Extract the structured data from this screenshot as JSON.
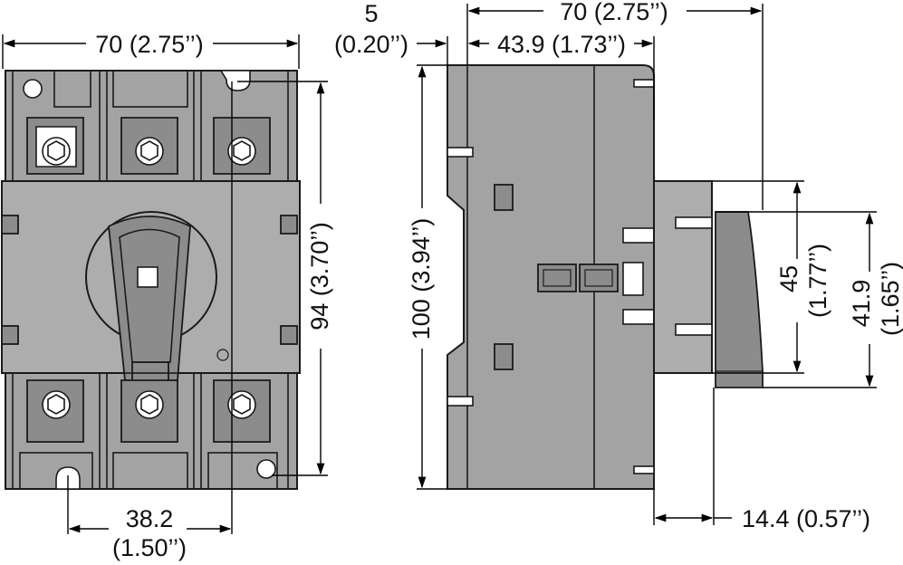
{
  "dimensions": {
    "front_width": "70 (2.75’’)",
    "front_height": "94 (3.70’’)",
    "front_hole_spacing_mm": "38.2",
    "front_hole_spacing_in": "(1.50’’)",
    "side_depth": "70 (2.75’’)",
    "side_offset_mm": "5",
    "side_offset_in": "(0.20’’)",
    "side_body_depth": "43.9 (1.73’’)",
    "side_height": "100 (3.94’’)",
    "handle_height_mm": "45",
    "handle_height_in": "(1.77’’)",
    "handle_inner_mm": "41.9",
    "handle_inner_in": "(1.65’’)",
    "handle_protrusion": "14.4 (0.57’’)"
  }
}
